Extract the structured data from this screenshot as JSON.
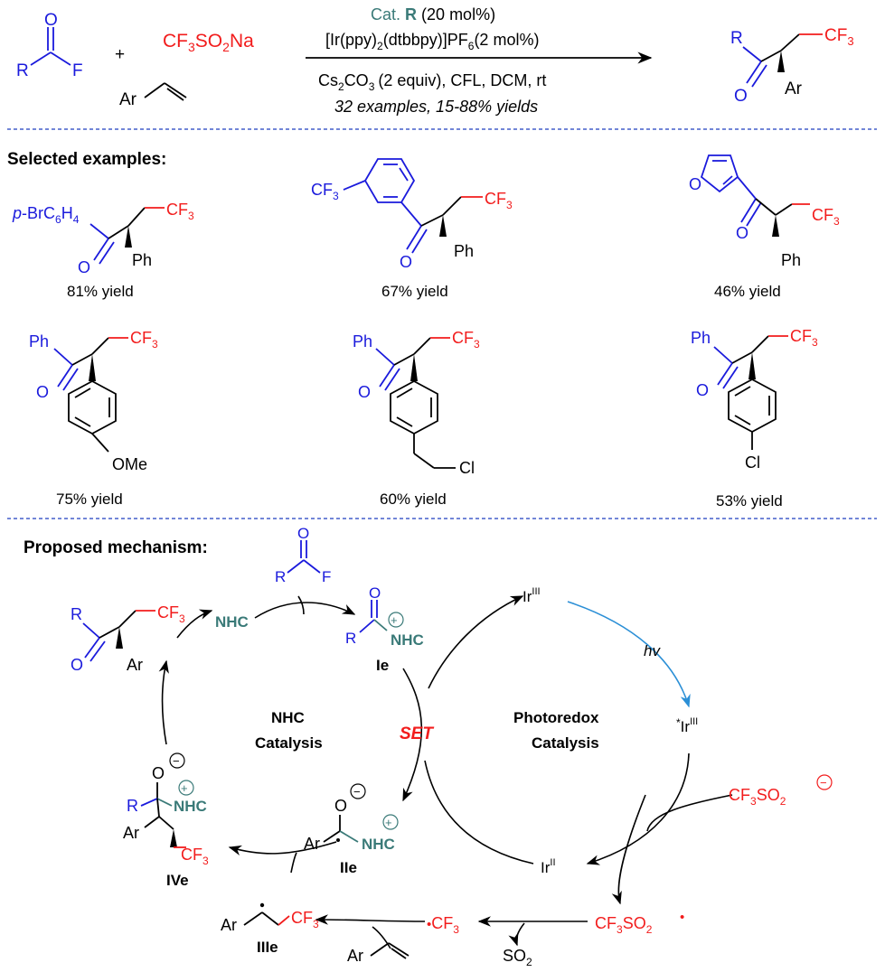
{
  "colors": {
    "blue": "#1a1adc",
    "red": "#f21c1c",
    "teal": "#3a7a78",
    "black": "#000000",
    "arrow_blue": "#2b8fd6",
    "divider": "#1f3fbf"
  },
  "reaction": {
    "acyl_fluoride": {
      "r": "R",
      "o": "O",
      "f": "F"
    },
    "plus": "+",
    "sulfinate": {
      "a": "CF",
      "b": "3",
      "c": "SO",
      "d": "2",
      "e": "Na"
    },
    "alkene_ar": "Ar",
    "catalyst_prefix": "Cat.",
    "catalyst_letter": "R",
    "catalyst_loading": "(20 mol%)",
    "photocat_a": "[Ir(ppy)",
    "photocat_b": "2",
    "photocat_c": "(dtbbpy)]PF",
    "photocat_d": "6",
    "photocat_e": "(2 mol%)",
    "conditions_a": "Cs",
    "conditions_b": "2",
    "conditions_c": "CO",
    "conditions_d": "3",
    "conditions_e": "(2 equiv), CFL, DCM, rt",
    "scope": "32 examples, 15-88% yields",
    "product": {
      "r": "R",
      "o": "O",
      "ar": "Ar",
      "cf": "CF",
      "three": "3"
    }
  },
  "examples": {
    "heading": "Selected examples:",
    "items": [
      {
        "sub_a": "p",
        "sub_b": "-BrC",
        "sub_c": "6",
        "sub_d": "H",
        "sub_e": "4",
        "o": "O",
        "ph": "Ph",
        "cf": "CF",
        "three": "3",
        "yield": "81% yield"
      },
      {
        "sub_a": "CF",
        "sub_b": "3",
        "o": "O",
        "ph": "Ph",
        "cf": "CF",
        "three": "3",
        "yield": "67% yield"
      },
      {
        "ring_o": "O",
        "o": "O",
        "ph": "Ph",
        "cf": "CF",
        "three": "3",
        "yield": "46% yield"
      },
      {
        "ph": "Ph",
        "o": "O",
        "cf": "CF",
        "three": "3",
        "para": "OMe",
        "yield": "75% yield"
      },
      {
        "ph": "Ph",
        "o": "O",
        "cf": "CF",
        "three": "3",
        "para": "Cl",
        "yield": "60% yield"
      },
      {
        "ph": "Ph",
        "o": "O",
        "cf": "CF",
        "three": "3",
        "para": "Cl",
        "yield": "53% yield"
      }
    ]
  },
  "mechanism": {
    "heading": "Proposed mechanism:",
    "nhc_cycle_a": "NHC",
    "nhc_cycle_b": "Catalysis",
    "photo_cycle_a": "Photoredox",
    "photo_cycle_b": "Catalysis",
    "set": "SET",
    "hv": "hv",
    "nhc": "NHC",
    "acyl_fluoride": {
      "r": "R",
      "o": "O",
      "f": "F"
    },
    "ie": {
      "r": "R",
      "o": "O",
      "nhc": "NHC",
      "plus": "+",
      "label": "Ie"
    },
    "product": {
      "r": "R",
      "o": "O",
      "ar": "Ar",
      "cf": "CF",
      "three": "3"
    },
    "ive": {
      "r": "R",
      "o": "O",
      "minus": "−",
      "nhc": "NHC",
      "plus": "+",
      "ar": "Ar",
      "cf": "CF",
      "three": "3",
      "label": "IVe"
    },
    "iie": {
      "o": "O",
      "minus": "−",
      "ar": "Ar",
      "nhc": "NHC",
      "plus": "+",
      "label": "IIe"
    },
    "iiie": {
      "ar": "Ar",
      "cf": "CF",
      "three": "3",
      "label": "IIIe"
    },
    "ir3": {
      "ir": "Ir",
      "ox": "III"
    },
    "ir3_star": {
      "star": "*",
      "ir": "Ir",
      "ox": "III"
    },
    "ir2": {
      "ir": "Ir",
      "ox": "II"
    },
    "sulfinate_anion": {
      "a": "CF",
      "b": "3",
      "c": "SO",
      "d": "2",
      "minus": "−"
    },
    "sulfonyl_radical": {
      "a": "CF",
      "b": "3",
      "c": "SO",
      "d": "2",
      "dot": "•"
    },
    "cf3_radical": {
      "dot": "•",
      "a": "CF",
      "b": "3"
    },
    "so2": {
      "a": "SO",
      "b": "2"
    },
    "alkene_ar": "Ar"
  }
}
